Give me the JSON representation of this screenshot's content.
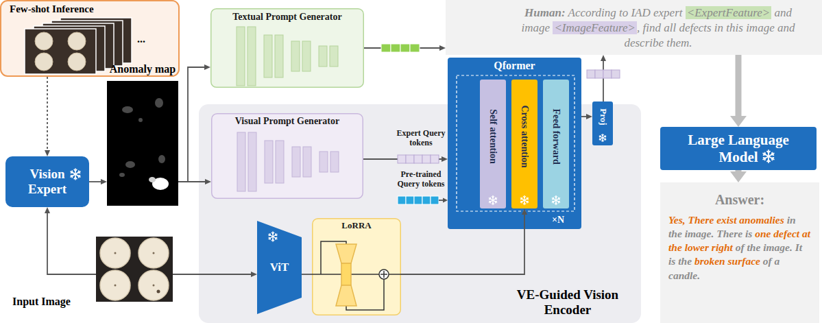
{
  "diagram": {
    "nodes": [
      {
        "text": [
          "Few-shot Inference"
        ]
      },
      {
        "text": [
          "Textual Prompt Generator"
        ]
      },
      {
        "text": [
          "Human:",
          "According to IAD expert",
          "<ExpertFeature>",
          "and image",
          "<ImageFeature>",
          ", find all defects in this image and describe them."
        ]
      },
      {
        "text": [
          "Vision Expert"
        ]
      },
      {
        "text": [
          "Anomaly map"
        ]
      },
      {
        "text": [
          "VE-Guided Vision Encoder"
        ]
      },
      {
        "text": [
          "Visual Prompt Generator"
        ],
        "in": 5
      },
      {
        "text": [
          "Qformer",
          "×N"
        ],
        "in": 5
      },
      {
        "text": [
          "Self attention"
        ],
        "in": 7
      },
      {
        "text": [
          "Cross attention"
        ],
        "in": 7
      },
      {
        "text": [
          "Feed forward"
        ],
        "in": 7
      },
      {
        "text": [
          "Proj"
        ],
        "in": 5
      },
      {
        "text": [
          "Input Image"
        ]
      },
      {
        "text": [
          "ViT"
        ],
        "in": 5
      },
      {
        "text": [
          "LoRRA"
        ],
        "in": 5
      },
      {
        "text": [
          "Large Language Model"
        ]
      },
      {
        "text": [
          "Answer:",
          "Yes, There exist anomalies",
          "in the image. There is",
          "one defect at the lower right",
          "of the image. It is the",
          "broken surface",
          "of a candle."
        ]
      }
    ],
    "edges": [
      {
        "from": 0,
        "to": 3,
        "arrow": "to"
      },
      {
        "from": 3,
        "to": 4,
        "arrow": "to"
      },
      {
        "from": 4,
        "to": 1,
        "arrow": "to"
      },
      {
        "from": 4,
        "to": 6,
        "arrow": "to"
      },
      {
        "from": 12,
        "to": 3,
        "arrow": "to"
      },
      {
        "from": 12,
        "to": 13,
        "arrow": "to"
      },
      {
        "from": 13,
        "to": 14,
        "arrow": "none"
      },
      {
        "from": 14,
        "to": 9,
        "arrow": "to"
      },
      {
        "from": 6,
        "to": 7,
        "arrow": "to"
      },
      {
        "from": 7,
        "to": 11,
        "arrow": "to"
      },
      {
        "from": 11,
        "to": 2,
        "arrow": "to"
      },
      {
        "from": 1,
        "to": 2,
        "arrow": "to"
      },
      {
        "from": 2,
        "to": 15,
        "arrow": "to"
      },
      {
        "from": 15,
        "to": 16,
        "arrow": "to"
      }
    ],
    "labels": [
      "Expert Query tokens",
      "Pre-trained Query tokens",
      "..."
    ]
  }
}
